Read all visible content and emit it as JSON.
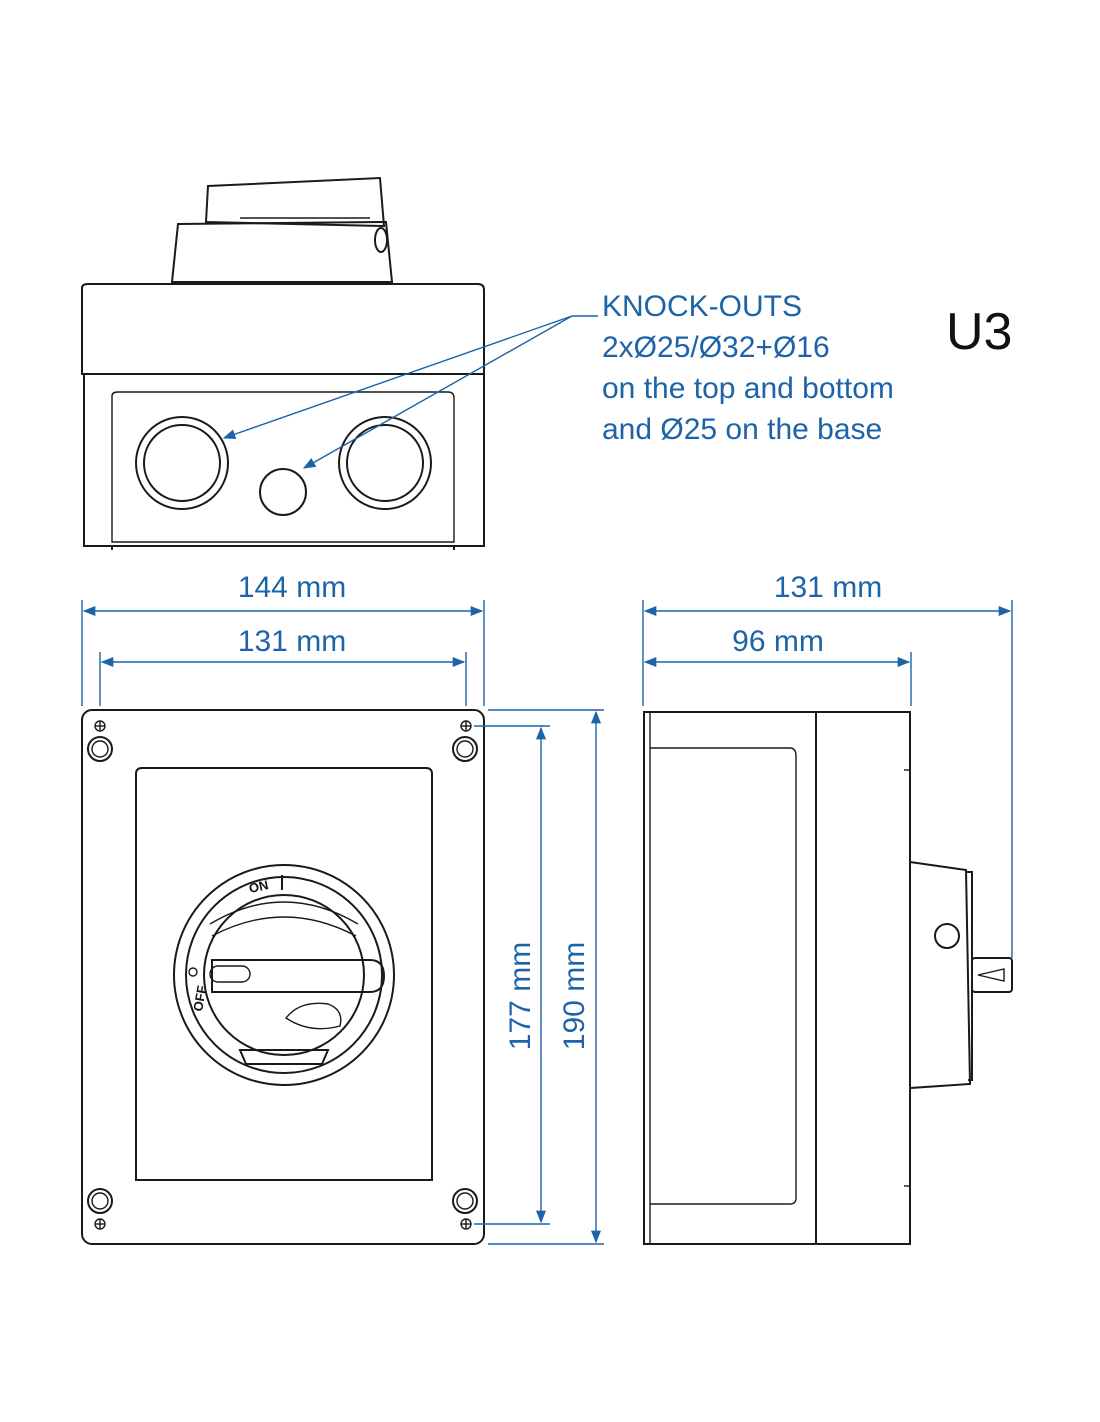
{
  "model": "U3",
  "note": {
    "lines": [
      "KNOCK-OUTS",
      "2xØ25/Ø32+Ø16",
      "on the top and bottom",
      "and Ø25 on the base"
    ]
  },
  "dimensions": {
    "front_outer_width": "144 mm",
    "front_hole_spacing_width": "131 mm",
    "front_hole_spacing_height": "177 mm",
    "front_outer_height": "190 mm",
    "side_total_depth": "131 mm",
    "side_body_depth": "96 mm"
  },
  "switch_labels": {
    "on": "ON",
    "off": "OFF"
  }
}
